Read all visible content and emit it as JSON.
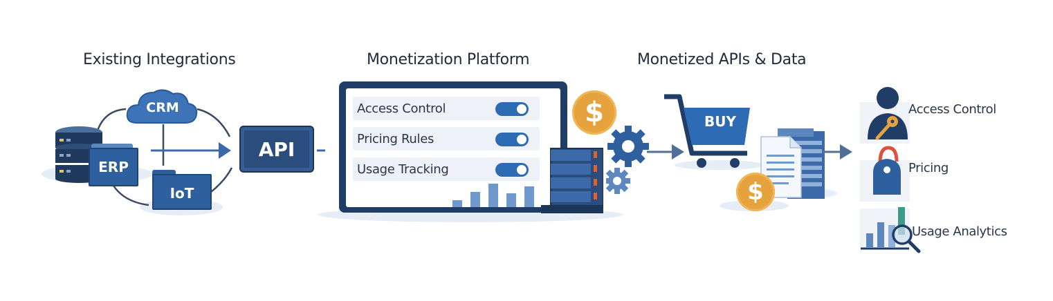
{
  "sections": {
    "existing": {
      "title": "Existing Integrations"
    },
    "platform": {
      "title": "Monetization Platform"
    },
    "monetized": {
      "title": "Monetized APIs & Data"
    }
  },
  "sources": {
    "crm": "CRM",
    "erp": "ERP",
    "iot": "IoT",
    "api": "API"
  },
  "platform_panel": {
    "rows": [
      {
        "label": "Access Control",
        "toggle": "on"
      },
      {
        "label": "Pricing Rules",
        "toggle": "on"
      },
      {
        "label": "Usage Tracking",
        "toggle": "on"
      }
    ],
    "currency_symbol": "$"
  },
  "monetized": {
    "cart_label": "BUY",
    "currency_symbol": "$"
  },
  "outcomes": [
    {
      "label": "Access Control",
      "icon": "user-key-icon"
    },
    {
      "label": "Pricing",
      "icon": "price-tag-icon"
    },
    {
      "label": "Usage Analytics",
      "icon": "chart-magnifier-icon"
    }
  ],
  "colors": {
    "primary": "#2e6bb5",
    "dark_navy": "#1f3d66",
    "mid_blue": "#3c6aa8",
    "light_blue": "#6f98cc",
    "coin": "#e6a23c",
    "server_led": "#e2602e",
    "tag_ring": "#d9533f",
    "analytics_teal": "#3f9a8a",
    "text": "#1f2a3a"
  }
}
